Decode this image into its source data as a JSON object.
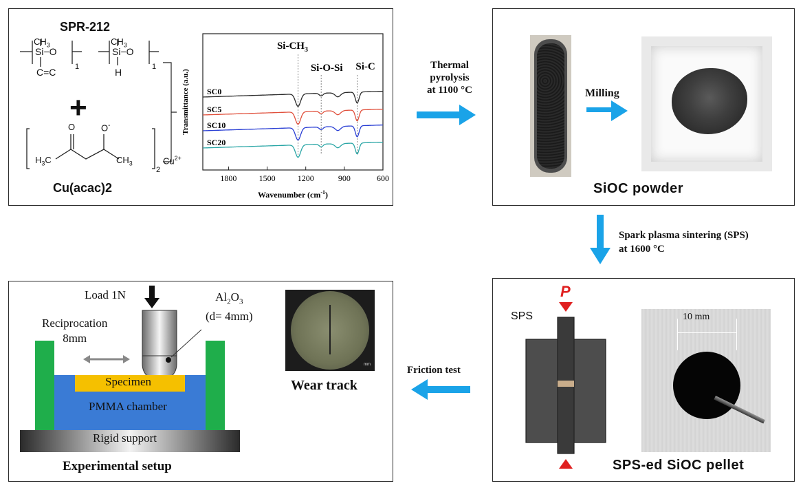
{
  "panel1": {
    "precursor_label": "SPR-212",
    "plus": "+",
    "copper_label": "Cu(acac)2",
    "chem": {
      "ch3_a": "CH",
      "ch3_a_sub": "3",
      "si_o_a": "Si−O",
      "vinyl": "C=C",
      "n_a": "1",
      "ch3_b": "CH",
      "ch3_b_sub": "3",
      "si_o_b": "Si−O",
      "h": "H",
      "n_b": "1",
      "o_left": "O",
      "o_right": "O",
      "o_minus": "-",
      "h3c": "H",
      "h3c_sub": "3",
      "h3c_c": "C",
      "ch3_c": "CH",
      "ch3_c_sub": "3",
      "bracket_sub": "2",
      "cu": "Cu",
      "cu_charge": "2+"
    }
  },
  "chart_data": {
    "type": "line",
    "xlabel": "Wavenumber (cm",
    "xlabel_sup": "-1",
    "xlabel_end": ")",
    "ylabel": "Transmittance (a.u.)",
    "x_ticks": [
      "1800",
      "1500",
      "1200",
      "900",
      "600"
    ],
    "x_tick_values": [
      1800,
      1500,
      1200,
      900,
      600
    ],
    "xlim": [
      2000,
      600
    ],
    "peaks": [
      {
        "label": "Si-CH",
        "sub": "3",
        "x": 1260
      },
      {
        "label": "Si-O-Si",
        "sub": "",
        "x": 1080
      },
      {
        "label": "Si-C",
        "sub": "",
        "x": 800
      }
    ],
    "series": [
      {
        "name": "SC0",
        "color": "#2b2b2b",
        "offset": 0
      },
      {
        "name": "SC5",
        "color": "#e0503c",
        "offset": 1
      },
      {
        "name": "SC10",
        "color": "#2a3fd4",
        "offset": 2
      },
      {
        "name": "SC20",
        "color": "#2aa6a6",
        "offset": 3
      }
    ]
  },
  "flow": {
    "pyrolysis_line1": "Thermal",
    "pyrolysis_line2": "pyrolysis",
    "pyrolysis_line3": "at 1100 °C",
    "milling": "Milling",
    "sps_line1": "Spark plasma sintering (SPS)",
    "sps_line2": "at 1600 °C",
    "friction": "Friction test"
  },
  "panel2": {
    "caption": "SiOC powder"
  },
  "panel3": {
    "sps_label": "SPS",
    "pressure": "P",
    "scale": "10 mm",
    "caption": "SPS-ed SiOC pellet"
  },
  "panel4": {
    "load": "Load 1N",
    "ball_line1": "Al",
    "ball_sub1": "2",
    "ball_o": "O",
    "ball_sub2": "3",
    "ball_line2": "(d= 4mm)",
    "recip_line1": "Reciprocation",
    "recip_line2": "8mm",
    "specimen": "Specimen",
    "chamber": "PMMA chamber",
    "support": "Rigid support",
    "caption": "Experimental setup",
    "wear_caption": "Wear track",
    "scale_text": "mm"
  },
  "colors": {
    "arrow": "#1aa3e8",
    "specimen": "#f5c000",
    "chamber": "#3a7bd5",
    "walls": "#1fae4b",
    "pressure": "#e02020"
  }
}
